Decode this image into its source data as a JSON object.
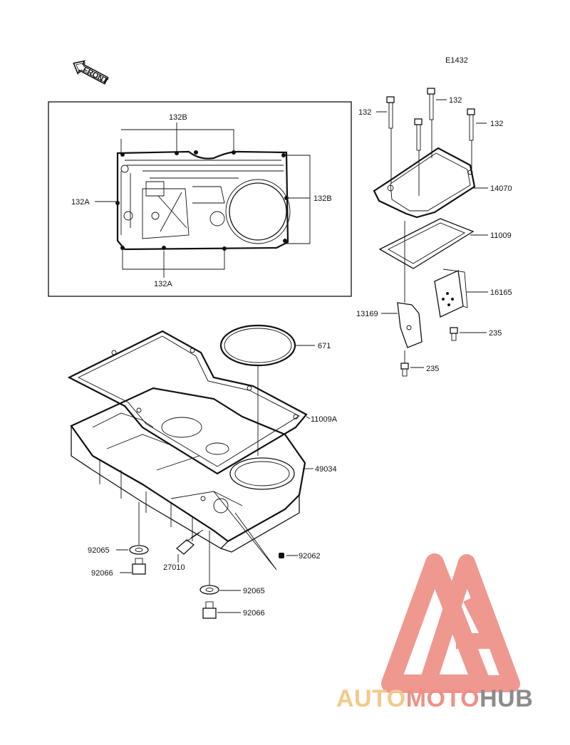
{
  "diagram_code": "E1432",
  "front_label": "FRONT",
  "labels": {
    "p132_left": "132",
    "p132_top": "132",
    "p132_right": "132",
    "p14070": "14070",
    "p11009": "11009",
    "p16165": "16165",
    "p13169": "13169",
    "p235_a": "235",
    "p235_b": "235",
    "p132B_top": "132B",
    "p132B_right": "132B",
    "p132A_left": "132A",
    "p132A_bottom": "132A",
    "p671": "671",
    "p11009A": "11009A",
    "p49034": "49034",
    "p92065_a": "92065",
    "p92066_a": "92066",
    "p27010": "27010",
    "p92062": "92062",
    "p92065_b": "92065",
    "p92066_b": "92066"
  },
  "watermark": {
    "part1": "AUTO",
    "part2": "MOTO",
    "part3": "HUB",
    "colors": {
      "auto": "#f3c98a",
      "moto": "#ef8f86",
      "hub": "#8c8c8c",
      "logo": "#ee8d85"
    }
  }
}
